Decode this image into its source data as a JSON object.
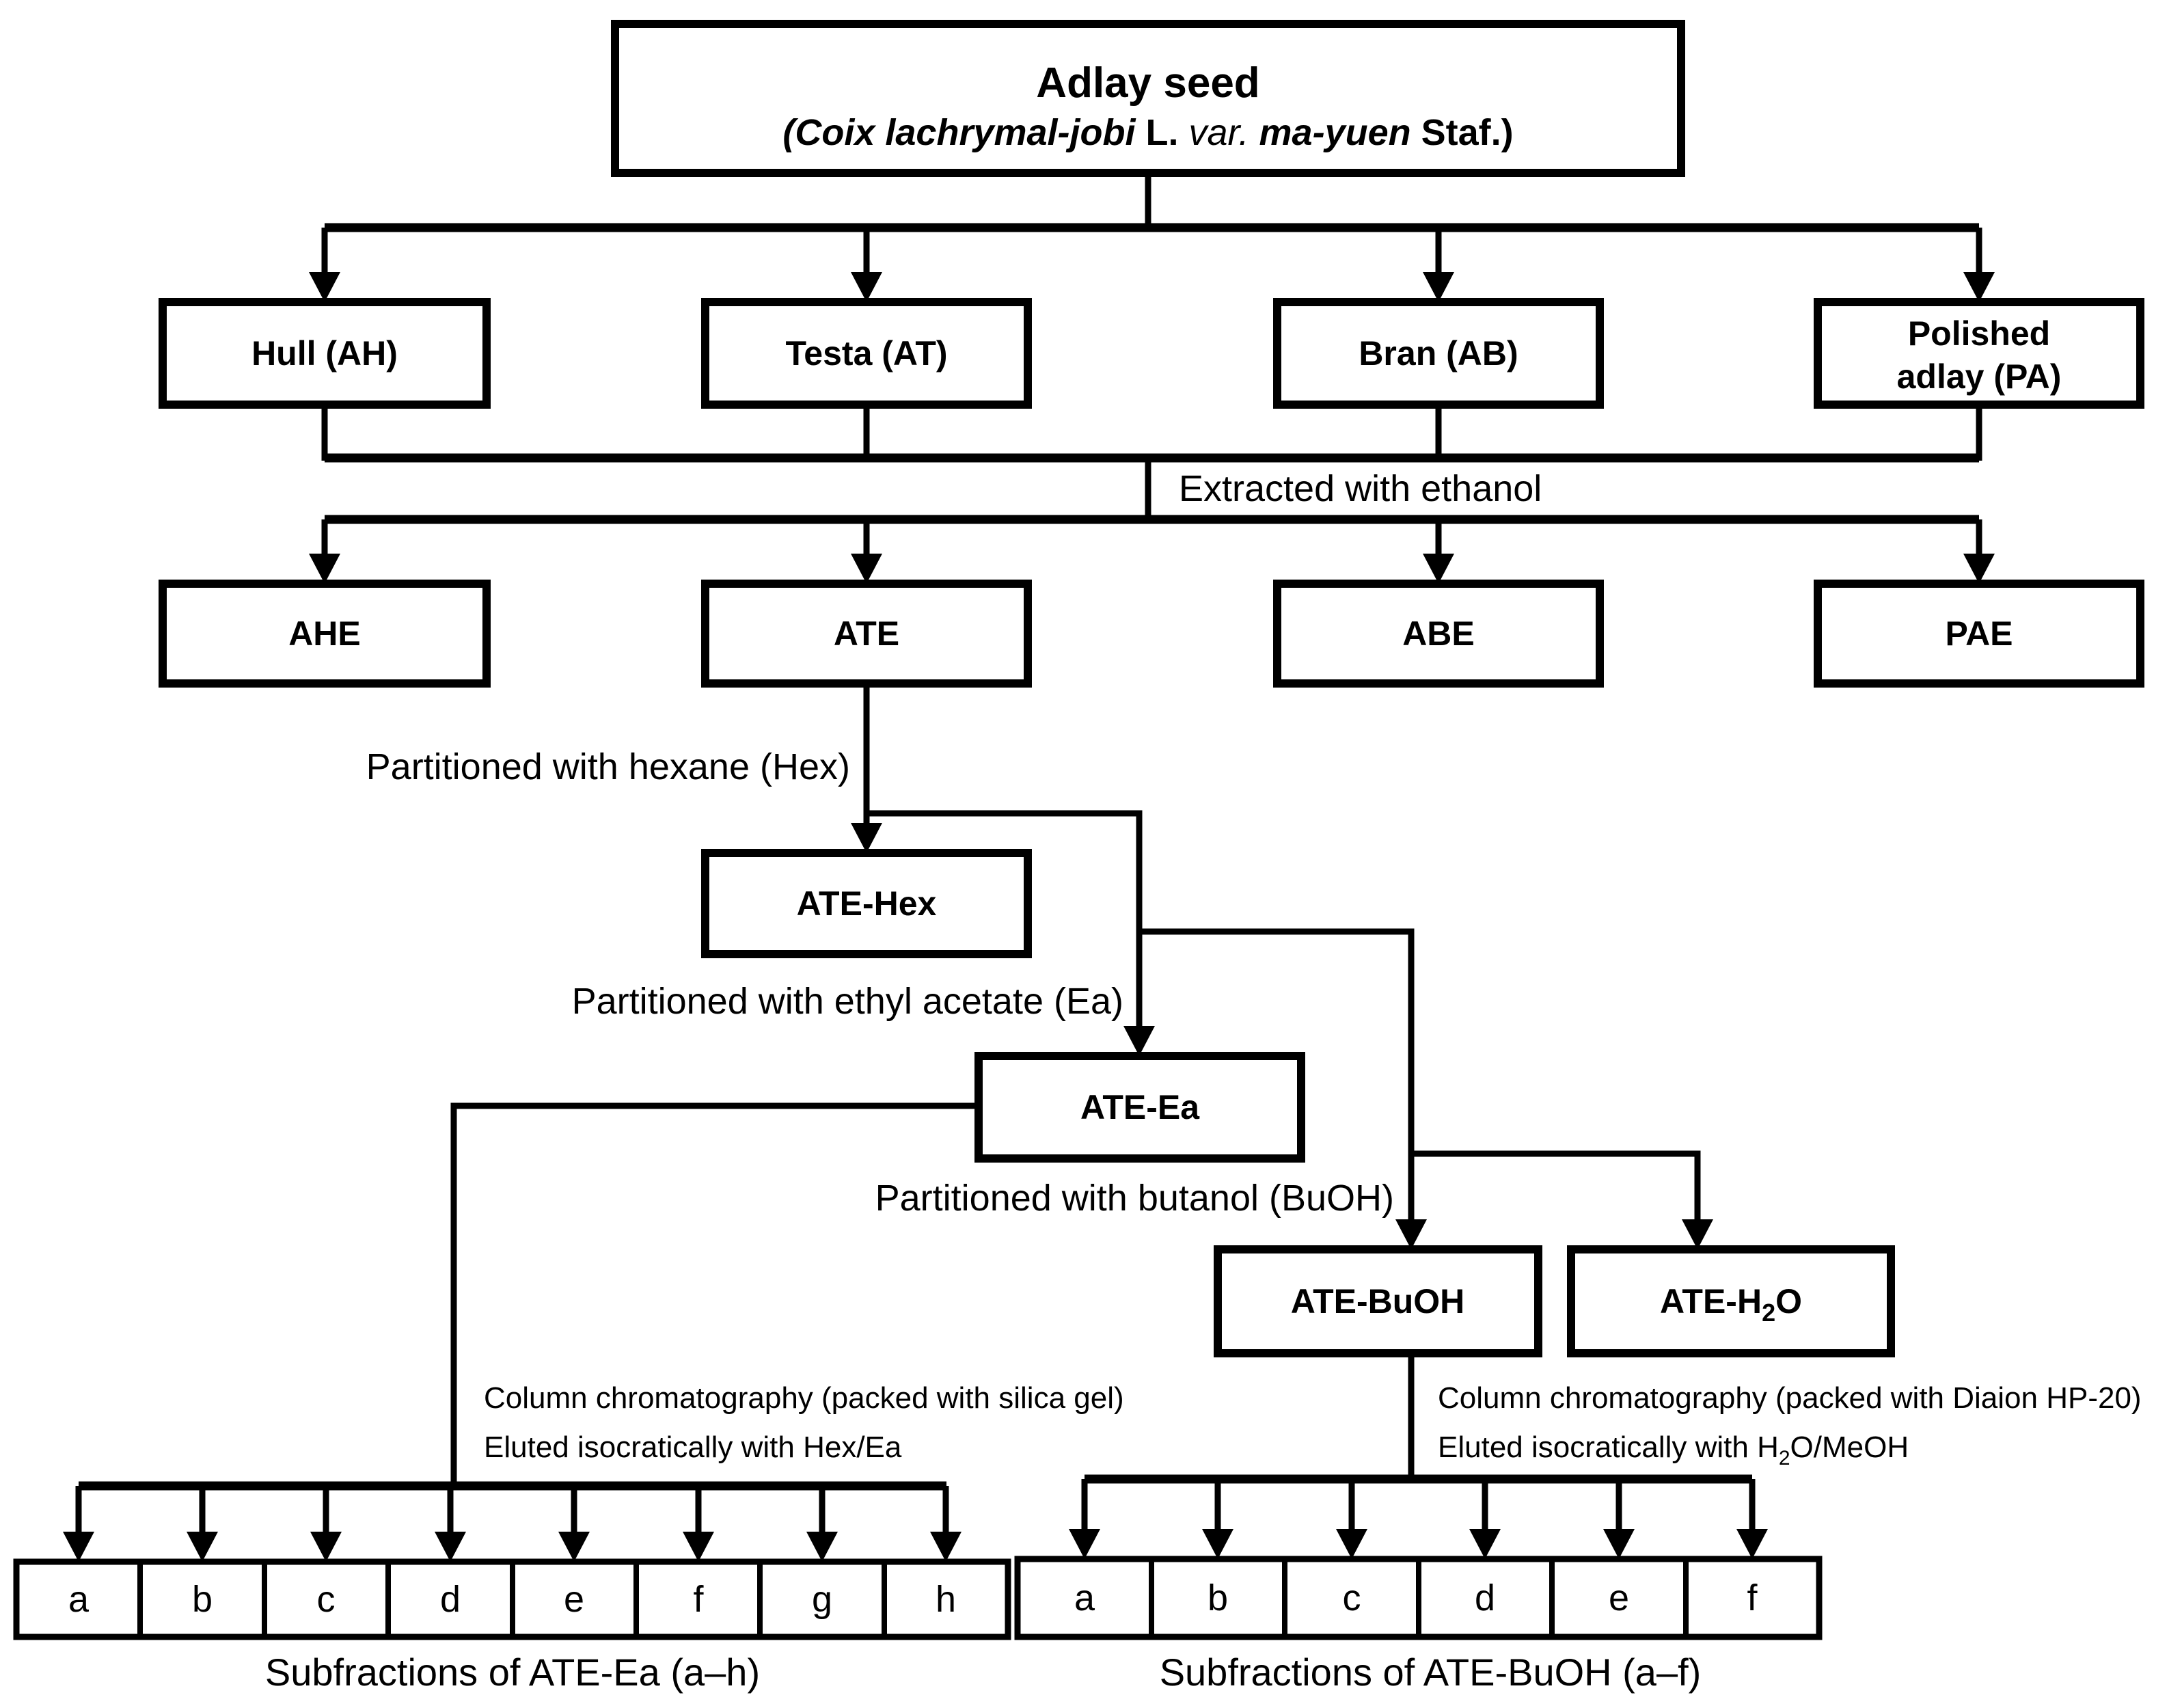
{
  "colors": {
    "ink": "#000000",
    "paper": "#ffffff"
  },
  "top_box": {
    "title": "Adlay seed",
    "subtitle": {
      "p1": "(Coix lachrymal-jobi",
      "p2": " L. ",
      "p3": "var.",
      "p4": " ma-yuen ",
      "p5": "Staf.)"
    }
  },
  "seed_parts": {
    "hull": "Hull (AH)",
    "testa": "Testa (AT)",
    "bran": "Bran (AB)",
    "polished_line1": "Polished",
    "polished_line2": "adlay (PA)"
  },
  "process_labels": {
    "ethanol": "Extracted with ethanol",
    "hexane": "Partitioned with hexane (Hex)",
    "ethyl_acetate": "Partitioned with ethyl acetate (Ea)",
    "butanol": "Partitioned with butanol (BuOH)"
  },
  "extracts": {
    "ahe": "AHE",
    "ate": "ATE",
    "abe": "ABE",
    "pae": "PAE"
  },
  "fractions": {
    "ate_hex": "ATE-Hex",
    "ate_ea": "ATE-Ea",
    "ate_buoh": "ATE-BuOH",
    "ate_h2o": {
      "pre": "ATE-H",
      "sub": "2",
      "post": "O"
    }
  },
  "chromatography": {
    "left": {
      "line1": "Column chromatography (packed with silica gel)",
      "line2": "Eluted isocratically with Hex/Ea"
    },
    "right": {
      "line1": "Column chromatography (packed with Diaion HP-20)",
      "line2": {
        "pre": "Eluted isocratically with H",
        "sub": "2",
        "post": "O/MeOH"
      }
    }
  },
  "subfractions": {
    "left": {
      "cells": [
        "a",
        "b",
        "c",
        "d",
        "e",
        "f",
        "g",
        "h"
      ],
      "caption": "Subfractions of ATE-Ea (a–h)"
    },
    "right": {
      "cells": [
        "a",
        "b",
        "c",
        "d",
        "e",
        "f"
      ],
      "caption": "Subfractions of ATE-BuOH (a–f)"
    }
  }
}
